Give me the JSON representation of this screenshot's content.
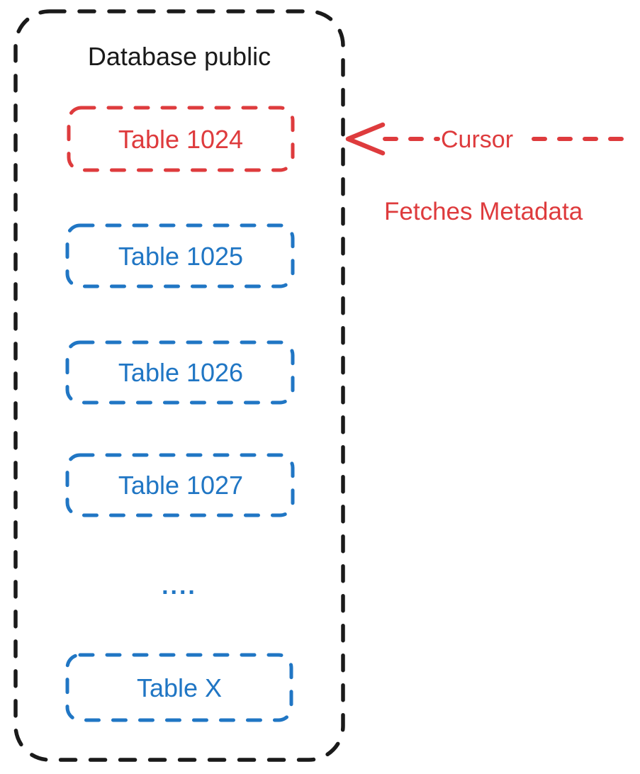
{
  "colors": {
    "outline": "#1A1A1A",
    "red": "#DE3B3D",
    "blue": "#2076C4",
    "background": "#FFFFFF"
  },
  "database": {
    "title": "Database public",
    "tables": [
      {
        "label": "Table 1024",
        "color": "#DE3B3D"
      },
      {
        "label": "Table 1025",
        "color": "#2076C4"
      },
      {
        "label": "Table 1026",
        "color": "#2076C4"
      },
      {
        "label": "Table 1027",
        "color": "#2076C4"
      },
      {
        "label": "Table X",
        "color": "#2076C4"
      }
    ],
    "ellipsis": "...."
  },
  "annotation": {
    "cursor_label": "Cursor",
    "fetches_label": "Fetches Metadata"
  }
}
